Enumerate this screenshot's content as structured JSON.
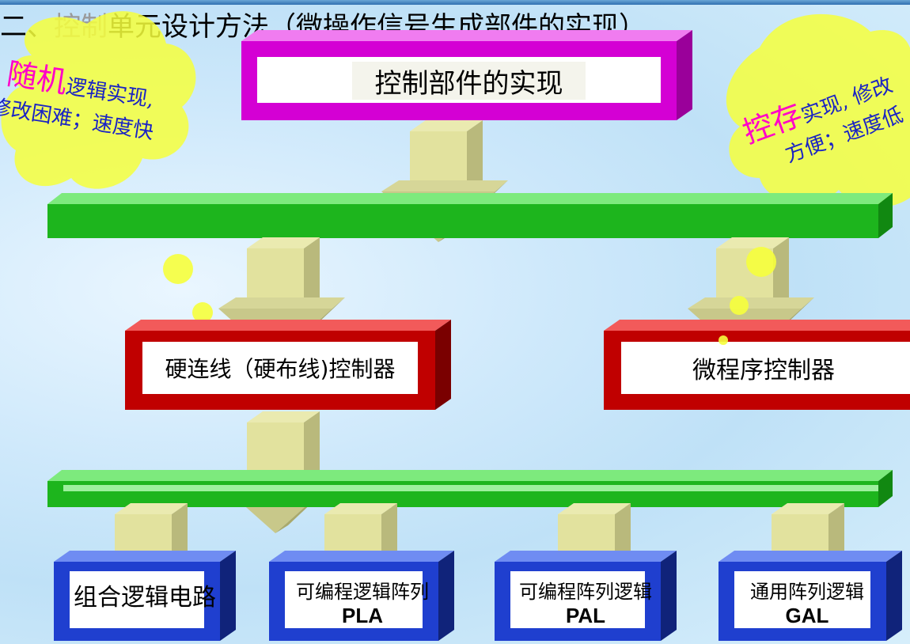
{
  "title": {
    "prefix": "二、",
    "highlight": "控制",
    "rest": "单元设计方法（微操作信号生成部件的实现）"
  },
  "colors": {
    "magenta_box": "#d400d4",
    "green_bar": "#1db51d",
    "red_box": "#c00000",
    "blue_box": "#1f3fcf",
    "arrow": "#c8c88a",
    "bubble": "#f5ff3a"
  },
  "boxes": {
    "top": "控制部件的实现",
    "hardwired": "硬连线（硬布线)控制器",
    "microprogram": "微程序控制器",
    "combinational": "组合逻辑电路",
    "pla_cn": "可编程逻辑阵列",
    "pla_en": "PLA",
    "pal_cn": "可编程阵列逻辑",
    "pal_en": "PAL",
    "gal_cn": "通用阵列逻辑",
    "gal_en": "GAL"
  },
  "notes": {
    "left_big": "随机",
    "left_line1": "逻辑实现,",
    "left_line2": "修改困难；速度快",
    "right_big": "控存",
    "right_line1": "实现, 修改",
    "right_line2": "方便；速度低"
  }
}
